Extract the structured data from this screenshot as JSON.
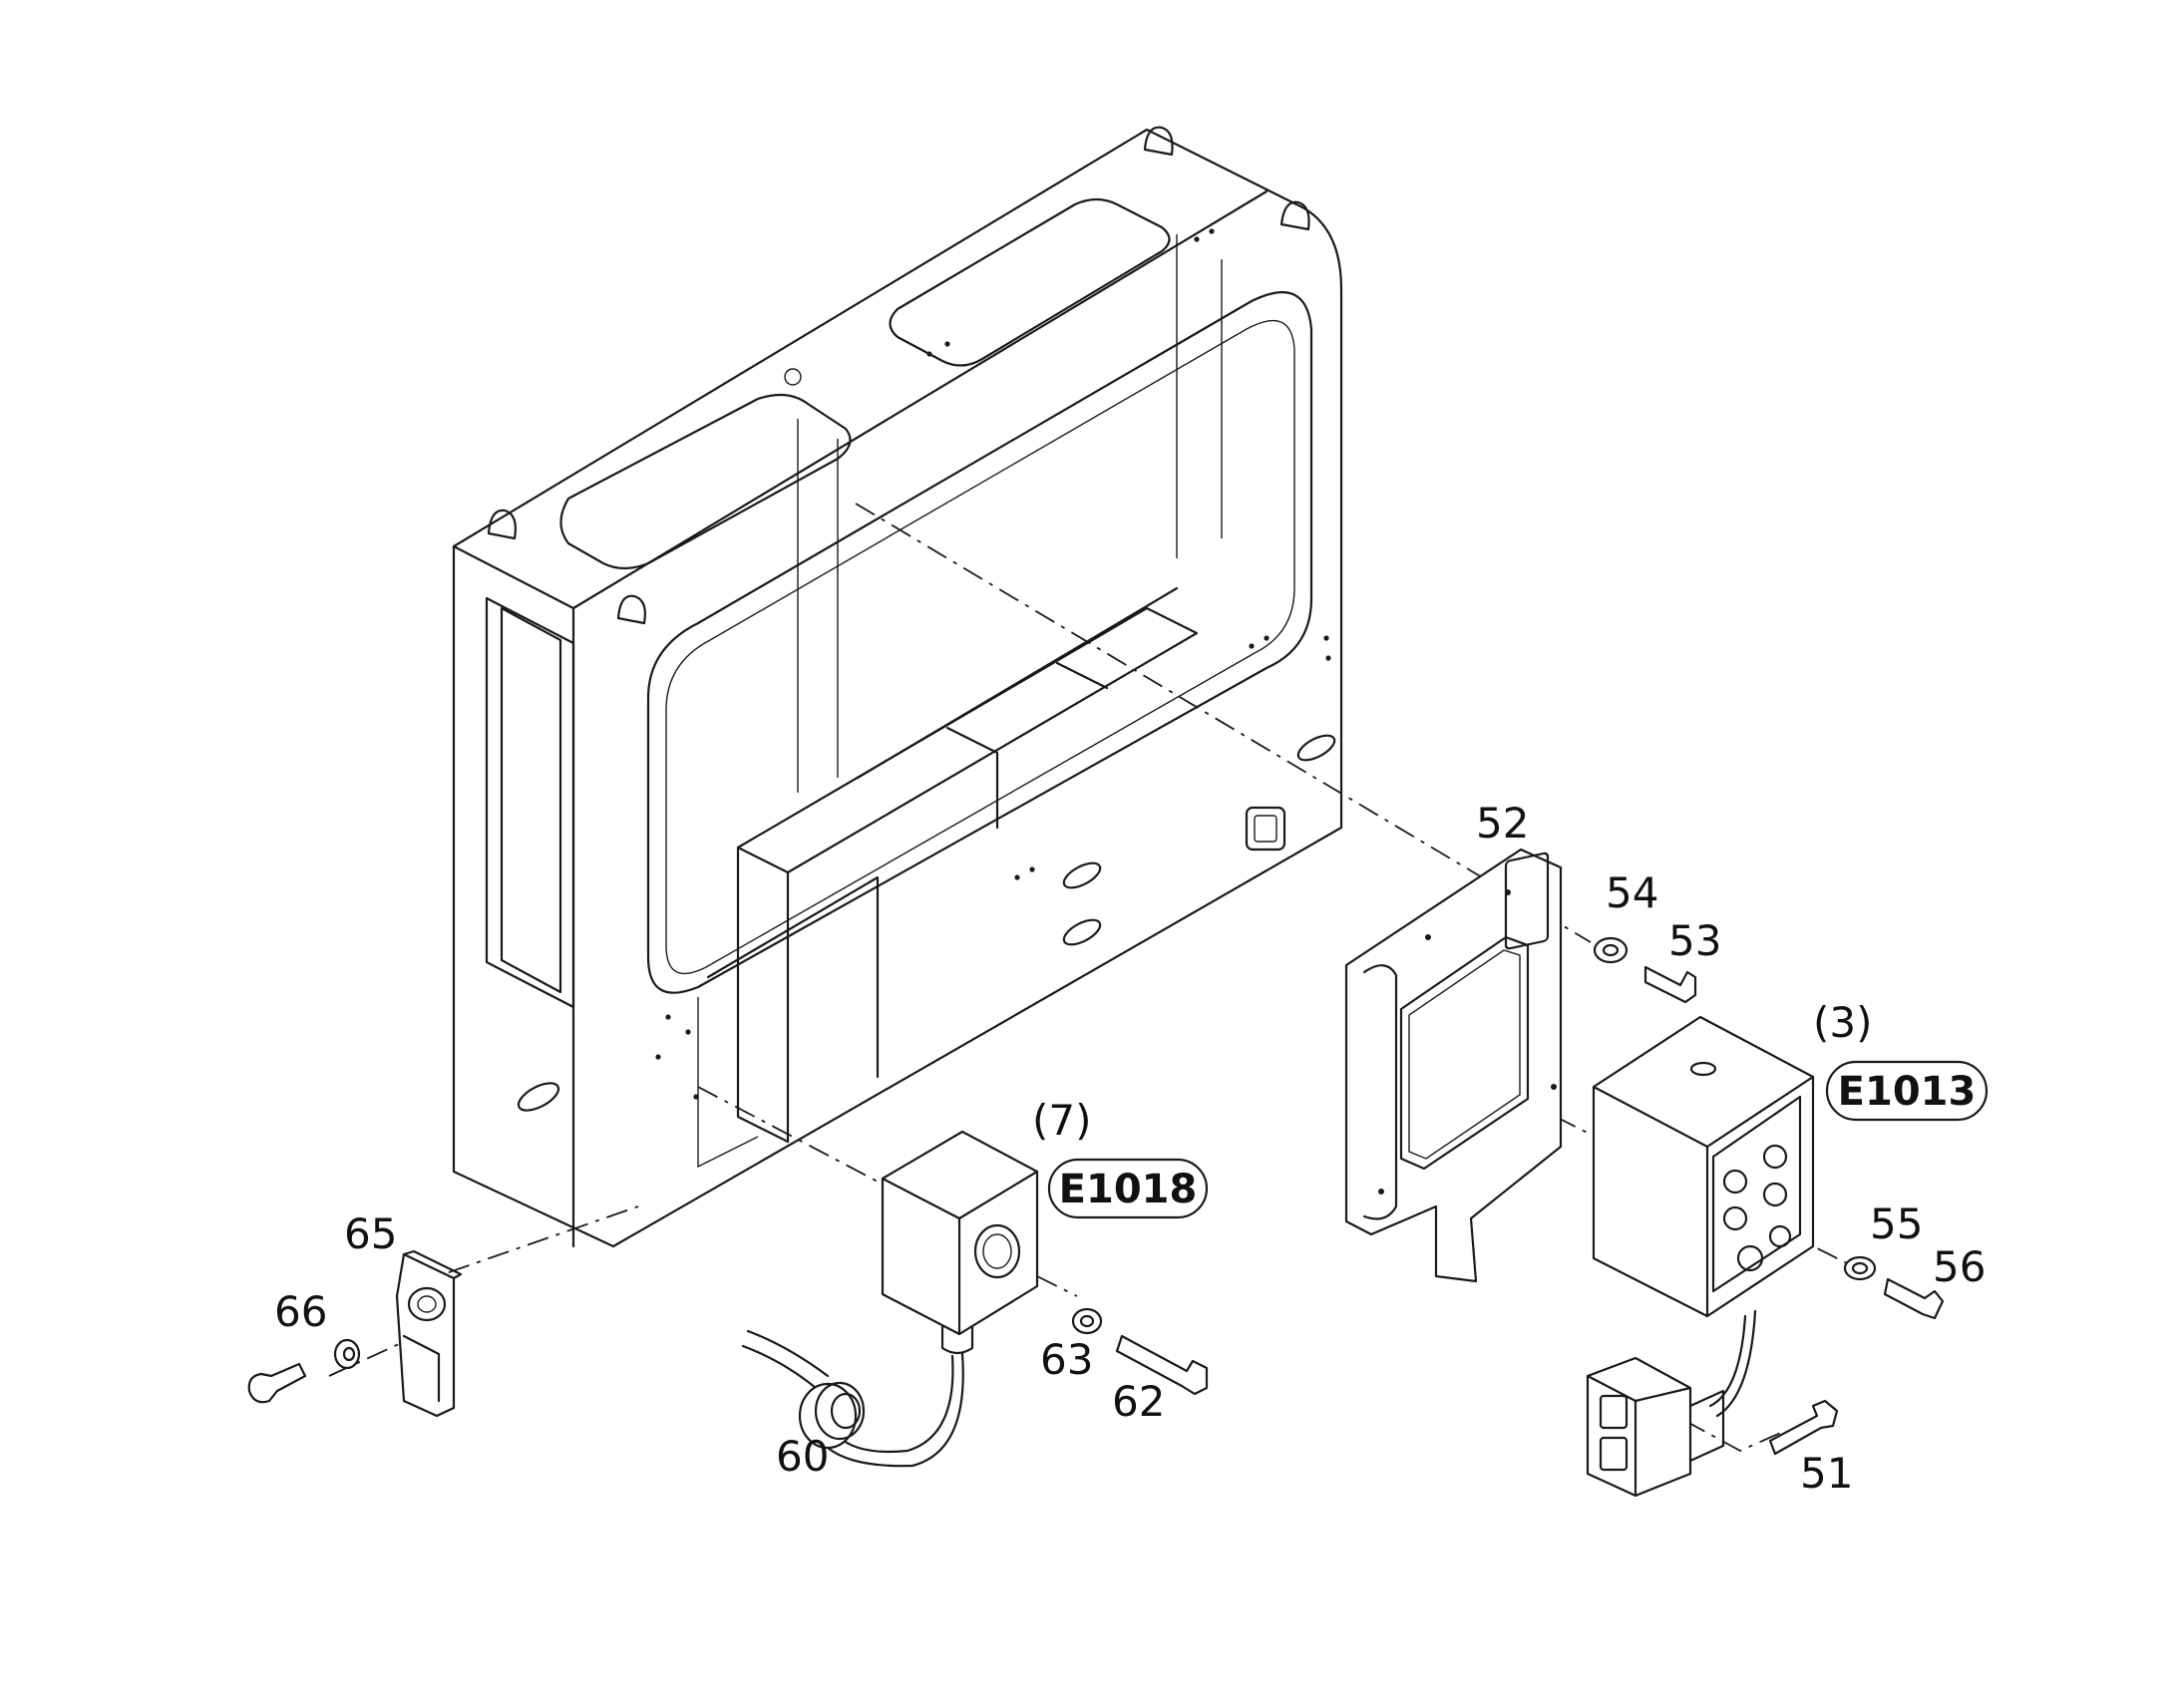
{
  "part_labels": {
    "p51": "51",
    "p52": "52",
    "p53": "53",
    "p54": "54",
    "p55": "55",
    "p56": "56",
    "p60": "60",
    "p62": "62",
    "p63": "63",
    "p65": "65",
    "p66": "66"
  },
  "assembly_refs": {
    "qty_e1013": "(3)",
    "code_e1013": "E1013",
    "qty_e1018": "(7)",
    "code_e1018": "E1018"
  },
  "colors": {
    "line": "#1a1a1a",
    "background": "#ffffff"
  }
}
